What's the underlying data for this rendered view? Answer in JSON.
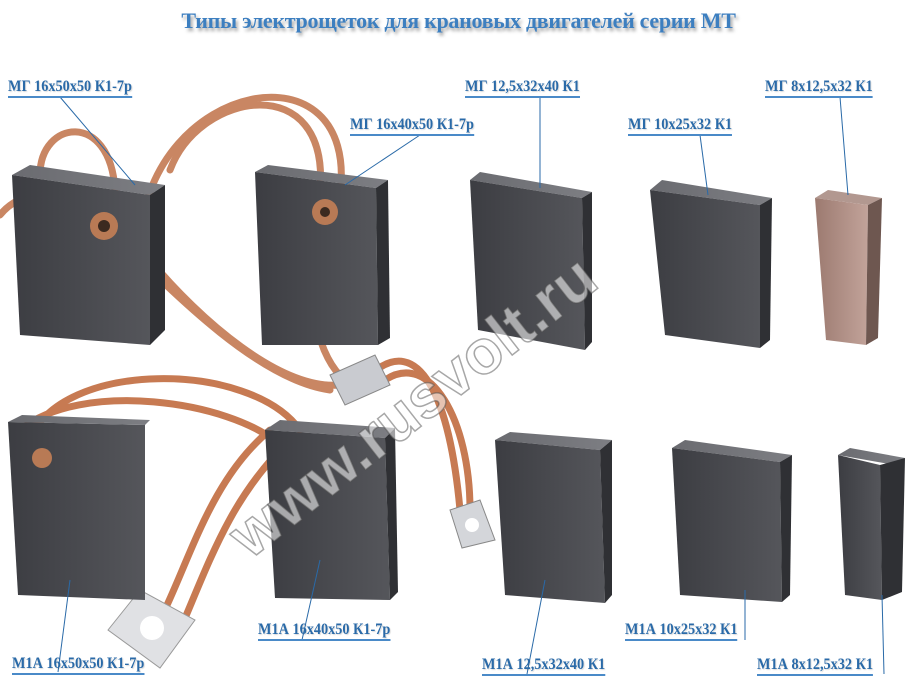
{
  "title": "Типы электрощеток для крановых двигателей серии МТ",
  "watermark": "www.rusvolt.ru",
  "labels": {
    "mg_16x50x50": "МГ 16х50х50 К1-7р",
    "mg_16x40x50": "МГ 16х40х50 К1-7р",
    "mg_12_5x32x40": "МГ 12,5х32х40 К1",
    "mg_10x25x32": "МГ 10х25х32 К1",
    "mg_8x12_5x32": "МГ 8х12,5х32 К1",
    "m1a_16x50x50": "М1А 16х50х50 К1-7р",
    "m1a_16x40x50": "М1А 16х40х50 К1-7р",
    "m1a_12_5x32x40": "М1А 12,5х32х40 К1",
    "m1a_10x25x32": "М1А 10х25х32 К1",
    "m1a_8x12_5x32": "М1А 8х12,5х32 К1"
  },
  "colors": {
    "label": "#2a6aa8",
    "graphite": "#4a4b50",
    "copper": "#c87f5a",
    "copper_graphite": "#8c6d62"
  }
}
